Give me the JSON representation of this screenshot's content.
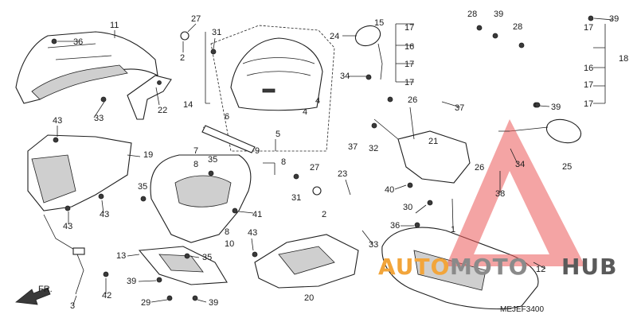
{
  "diagram_code": "MEJEF3400",
  "direction_label": "FR.",
  "watermark": {
    "part1": "AUTO",
    "part2": "MOTO",
    "part3": "HUB",
    "color1": "#f2a53b",
    "color2": "#8a8a8a",
    "color3": "#5a5a5a",
    "triangle_color": "#e85a5a"
  },
  "callouts": [
    {
      "id": "c11",
      "label": "11"
    },
    {
      "id": "c36a",
      "label": "36"
    },
    {
      "id": "c33a",
      "label": "33"
    },
    {
      "id": "c22",
      "label": "22"
    },
    {
      "id": "c27a",
      "label": "27"
    },
    {
      "id": "c2a",
      "label": "2"
    },
    {
      "id": "c31a",
      "label": "31"
    },
    {
      "id": "c14",
      "label": "14"
    },
    {
      "id": "c4a",
      "label": "4"
    },
    {
      "id": "c4b",
      "label": "4"
    },
    {
      "id": "c6",
      "label": "6"
    },
    {
      "id": "c5",
      "label": "5"
    },
    {
      "id": "c15",
      "label": "15"
    },
    {
      "id": "c17a",
      "label": "17"
    },
    {
      "id": "c16a",
      "label": "16"
    },
    {
      "id": "c17b",
      "label": "17"
    },
    {
      "id": "c17c",
      "label": "17"
    },
    {
      "id": "c24",
      "label": "24"
    },
    {
      "id": "c34a",
      "label": "34"
    },
    {
      "id": "c28a",
      "label": "28"
    },
    {
      "id": "c39a",
      "label": "39"
    },
    {
      "id": "c26a",
      "label": "26"
    },
    {
      "id": "c37a",
      "label": "37"
    },
    {
      "id": "c37b",
      "label": "37"
    },
    {
      "id": "c32",
      "label": "32"
    },
    {
      "id": "c21",
      "label": "21"
    },
    {
      "id": "c39b",
      "label": "39"
    },
    {
      "id": "c28b",
      "label": "28"
    },
    {
      "id": "c17d",
      "label": "17"
    },
    {
      "id": "c16b",
      "label": "16"
    },
    {
      "id": "c17e",
      "label": "17"
    },
    {
      "id": "c17f",
      "label": "17"
    },
    {
      "id": "c18",
      "label": "18"
    },
    {
      "id": "c39c",
      "label": "39"
    },
    {
      "id": "c43a",
      "label": "43"
    },
    {
      "id": "c19",
      "label": "19"
    },
    {
      "id": "c7",
      "label": "7"
    },
    {
      "id": "c8a",
      "label": "8"
    },
    {
      "id": "c35a",
      "label": "35"
    },
    {
      "id": "c9",
      "label": "9"
    },
    {
      "id": "c8b",
      "label": "8"
    },
    {
      "id": "c35b",
      "label": "35"
    },
    {
      "id": "c43b",
      "label": "43"
    },
    {
      "id": "c43c",
      "label": "43"
    },
    {
      "id": "c41",
      "label": "41"
    },
    {
      "id": "c8c",
      "label": "8"
    },
    {
      "id": "c10",
      "label": "10"
    },
    {
      "id": "c27b",
      "label": "27"
    },
    {
      "id": "c31b",
      "label": "31"
    },
    {
      "id": "c2b",
      "label": "2"
    },
    {
      "id": "c23",
      "label": "23"
    },
    {
      "id": "c40",
      "label": "40"
    },
    {
      "id": "c30",
      "label": "30"
    },
    {
      "id": "c36b",
      "label": "36"
    },
    {
      "id": "c1",
      "label": "1"
    },
    {
      "id": "c26b",
      "label": "26"
    },
    {
      "id": "c34b",
      "label": "34"
    },
    {
      "id": "c38",
      "label": "38"
    },
    {
      "id": "c25",
      "label": "25"
    },
    {
      "id": "c33b",
      "label": "33"
    },
    {
      "id": "c43d",
      "label": "43"
    },
    {
      "id": "c13",
      "label": "13"
    },
    {
      "id": "c35c",
      "label": "35"
    },
    {
      "id": "c39d",
      "label": "39"
    },
    {
      "id": "c29",
      "label": "29"
    },
    {
      "id": "c39e",
      "label": "39"
    },
    {
      "id": "c20",
      "label": "20"
    },
    {
      "id": "c12",
      "label": "12"
    },
    {
      "id": "c42",
      "label": "42"
    },
    {
      "id": "c3",
      "label": "3"
    }
  ]
}
